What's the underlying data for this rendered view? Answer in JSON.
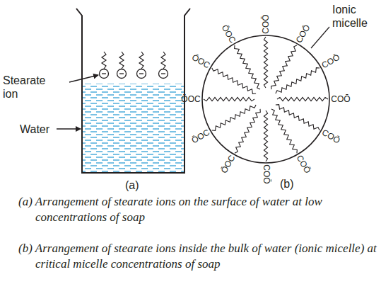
{
  "diagram": {
    "labels": [
      "Stearate ion",
      "Water",
      "(a)",
      "Ionic micelle",
      "COŌ",
      "COŌ",
      "COŌ",
      "COŌ",
      "COŌ",
      "COŌ",
      "COŌ",
      "ŌOC",
      "ŌOC",
      "ŌOC",
      "ŌOC",
      "ŌOC",
      "(b)",
      "(a) Arrangement of stearate ions on the surface of water at low concentrations of soap",
      "(b) Arrangement of stearate ions inside the bulk of water (ionic micelle) at critical micelle concentrations of soap"
    ]
  }
}
